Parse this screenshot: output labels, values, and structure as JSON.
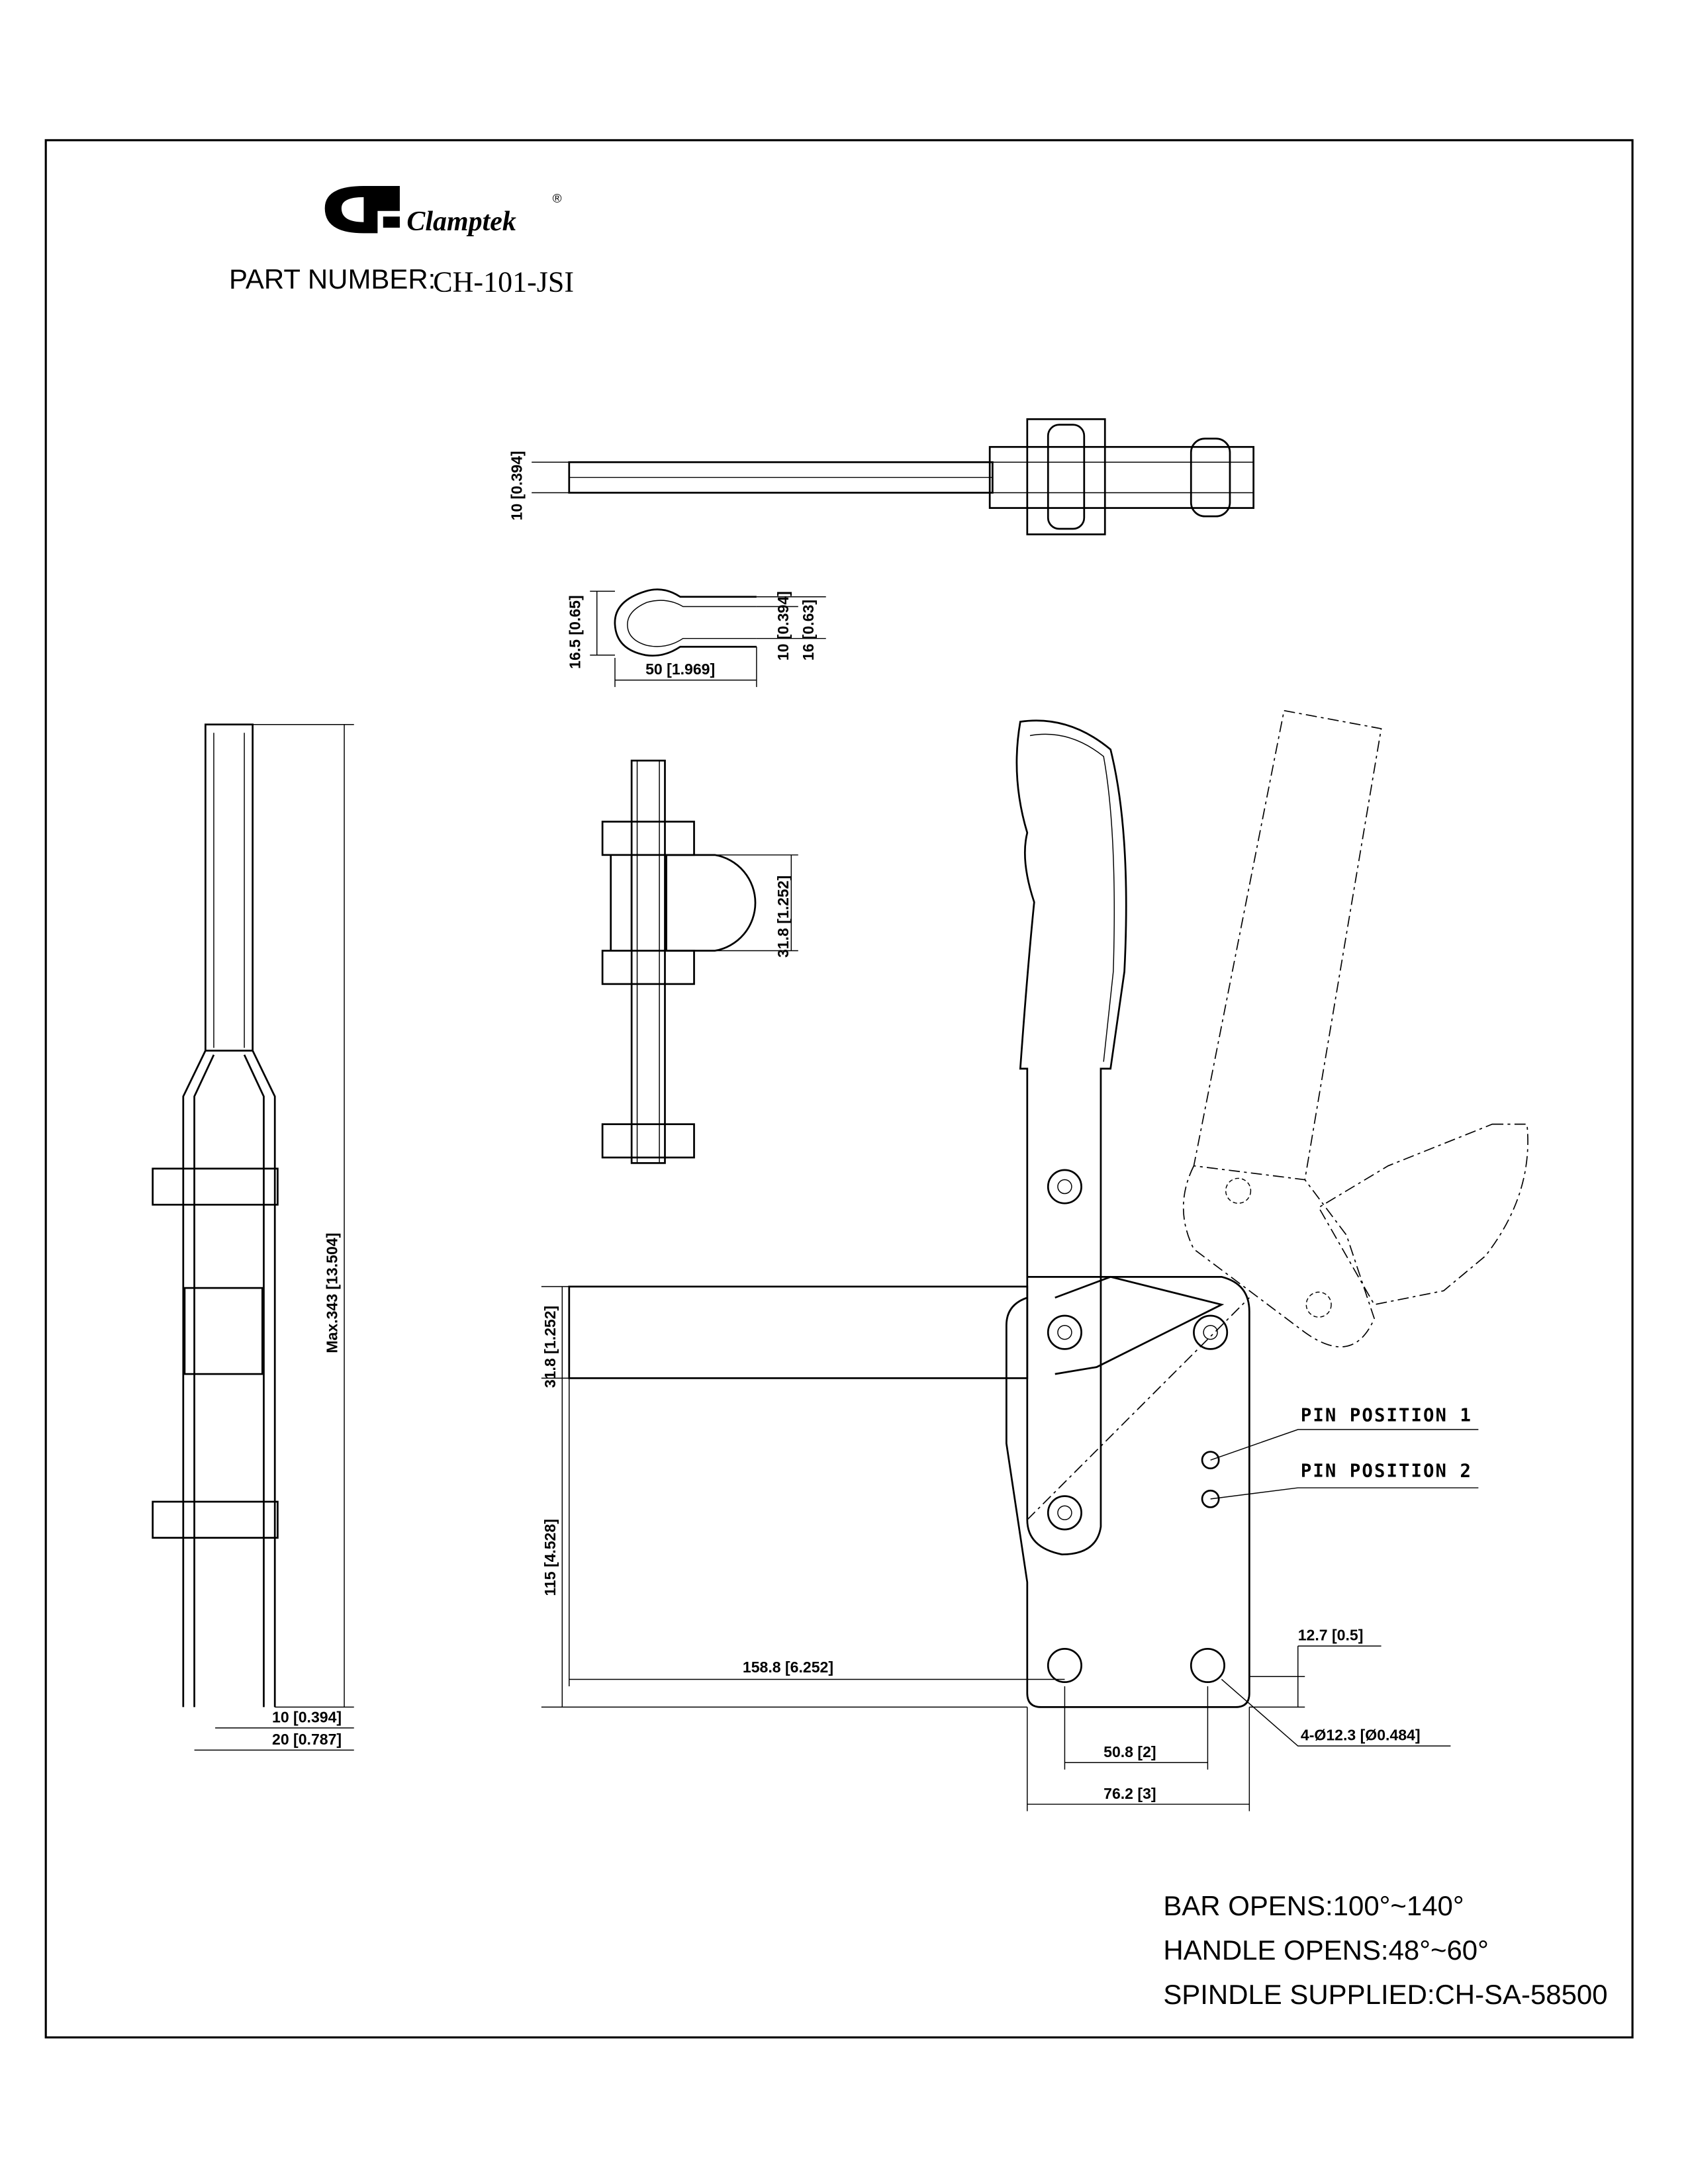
{
  "header": {
    "brand": "Clamptek",
    "registered_mark": "®",
    "part_number_label": "PART NUMBER:",
    "part_number_value": "CH-101-JSI"
  },
  "top_view": {
    "dim_thickness": "10 [0.394]"
  },
  "washer": {
    "dim_height": "16.5 [0.65]",
    "dim_slot": "10 [0.394]",
    "dim_width": "16 [0.63]",
    "dim_length": "50 [1.969]"
  },
  "spindle": {
    "dim_height": "31.8 [1.252]"
  },
  "side_view": {
    "dim_max": "Max.343 [13.504]",
    "dim_10": "10 [0.394]",
    "dim_20": "20 [0.787]"
  },
  "main_view": {
    "dim_bar_height": "31.8 [1.252]",
    "dim_115": "115 [4.528]",
    "dim_158": "158.8 [6.252]",
    "dim_50": "50.8 [2]",
    "dim_76": "76.2 [3]",
    "dim_12": "12.7 [0.5]",
    "dim_holes": "4-Ø12.3 [Ø0.484]",
    "pin_position_1": "PIN POSITION 1",
    "pin_position_2": "PIN POSITION 2"
  },
  "notes": [
    "BAR OPENS:100°~140°",
    "HANDLE OPENS:48°~60°",
    "SPINDLE SUPPLIED:CH-SA-58500"
  ]
}
